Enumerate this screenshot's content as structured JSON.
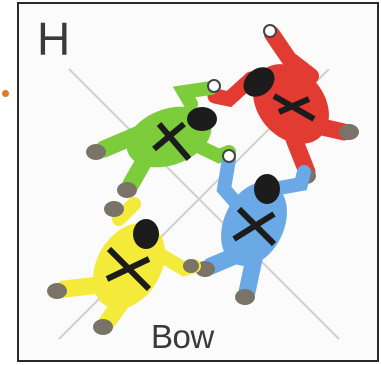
{
  "formation": {
    "letter": "H",
    "name": "Bow"
  },
  "colors": {
    "bullet": "#e07b1f",
    "green": "#7dcc3c",
    "red": "#e23b32",
    "yellow": "#f3ea3a",
    "blue": "#6aa8e6",
    "harness": "#1c1c1c",
    "hands_feet": "#7a7468",
    "cross_lines": "#cfcfcf"
  },
  "figures": [
    "green",
    "red",
    "yellow",
    "blue"
  ]
}
